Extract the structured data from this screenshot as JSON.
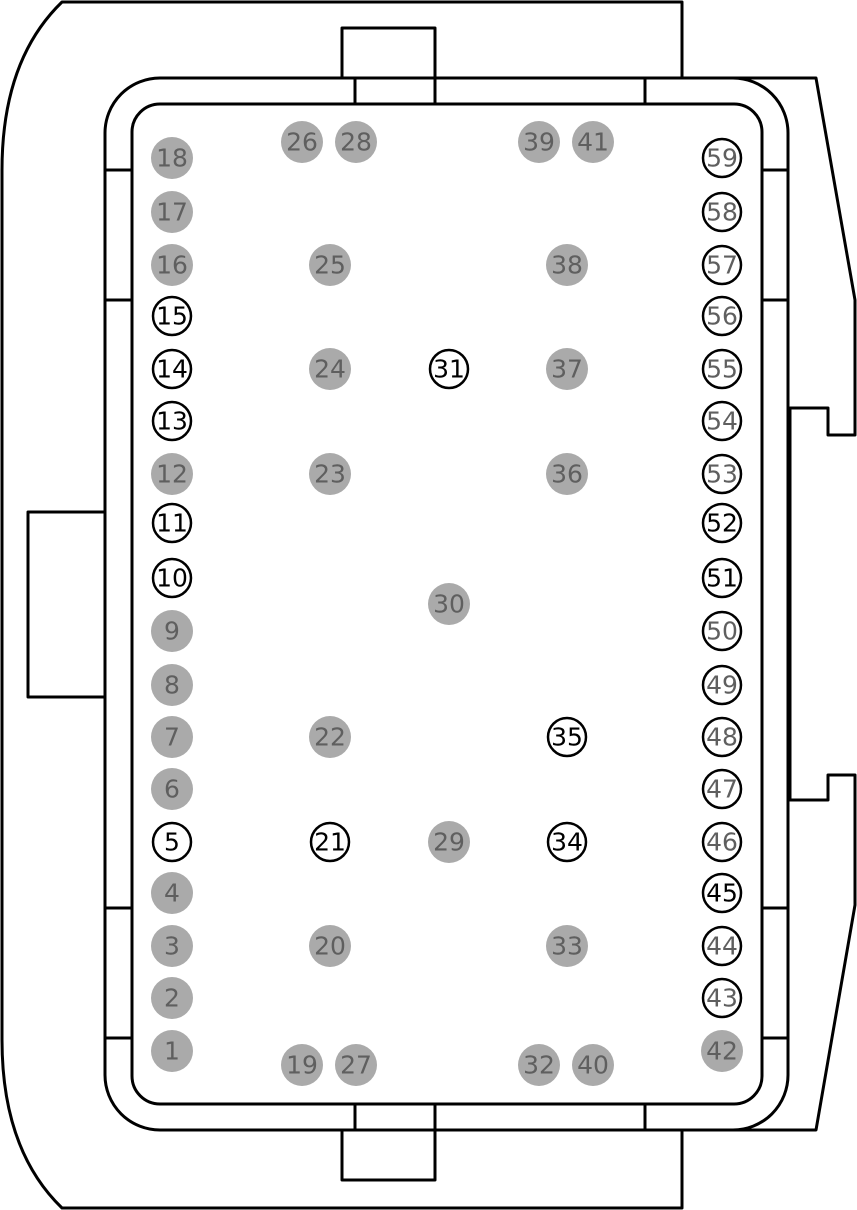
{
  "colors": {
    "outline": "#000000",
    "pin_filled": "#aaaaaa",
    "pin_filled_text": "#5f5f5f",
    "pin_ring_text_black": "#000000",
    "pin_ring_text_gray": "#5f5f5f",
    "background": "#ffffff"
  },
  "pin_styles": {
    "filled": "unused cavity (gray dot)",
    "ring": "populated cavity (black ring)"
  },
  "pins": [
    {
      "label": "1",
      "style": "filled"
    },
    {
      "label": "2",
      "style": "filled"
    },
    {
      "label": "3",
      "style": "filled"
    },
    {
      "label": "4",
      "style": "filled"
    },
    {
      "label": "5",
      "style": "ring",
      "text": "black"
    },
    {
      "label": "6",
      "style": "filled"
    },
    {
      "label": "7",
      "style": "filled"
    },
    {
      "label": "8",
      "style": "filled"
    },
    {
      "label": "9",
      "style": "filled"
    },
    {
      "label": "10",
      "style": "ring",
      "text": "black"
    },
    {
      "label": "11",
      "style": "ring",
      "text": "black"
    },
    {
      "label": "12",
      "style": "filled"
    },
    {
      "label": "13",
      "style": "ring",
      "text": "black"
    },
    {
      "label": "14",
      "style": "ring",
      "text": "black"
    },
    {
      "label": "15",
      "style": "ring",
      "text": "black"
    },
    {
      "label": "16",
      "style": "filled"
    },
    {
      "label": "17",
      "style": "filled"
    },
    {
      "label": "18",
      "style": "filled"
    },
    {
      "label": "19",
      "style": "filled"
    },
    {
      "label": "20",
      "style": "filled"
    },
    {
      "label": "21",
      "style": "ring",
      "text": "black"
    },
    {
      "label": "22",
      "style": "filled"
    },
    {
      "label": "23",
      "style": "filled"
    },
    {
      "label": "24",
      "style": "filled"
    },
    {
      "label": "25",
      "style": "filled"
    },
    {
      "label": "26",
      "style": "filled"
    },
    {
      "label": "27",
      "style": "filled"
    },
    {
      "label": "28",
      "style": "filled"
    },
    {
      "label": "29",
      "style": "filled"
    },
    {
      "label": "30",
      "style": "filled"
    },
    {
      "label": "31",
      "style": "ring",
      "text": "black"
    },
    {
      "label": "32",
      "style": "filled"
    },
    {
      "label": "33",
      "style": "filled"
    },
    {
      "label": "34",
      "style": "ring",
      "text": "black"
    },
    {
      "label": "35",
      "style": "ring",
      "text": "black"
    },
    {
      "label": "36",
      "style": "filled"
    },
    {
      "label": "37",
      "style": "filled"
    },
    {
      "label": "38",
      "style": "filled"
    },
    {
      "label": "39",
      "style": "filled"
    },
    {
      "label": "40",
      "style": "filled"
    },
    {
      "label": "41",
      "style": "filled"
    },
    {
      "label": "42",
      "style": "filled"
    },
    {
      "label": "43",
      "style": "ring",
      "text": "gray"
    },
    {
      "label": "44",
      "style": "ring",
      "text": "gray"
    },
    {
      "label": "45",
      "style": "ring",
      "text": "black"
    },
    {
      "label": "46",
      "style": "ring",
      "text": "gray"
    },
    {
      "label": "47",
      "style": "ring",
      "text": "gray"
    },
    {
      "label": "48",
      "style": "ring",
      "text": "gray"
    },
    {
      "label": "49",
      "style": "ring",
      "text": "gray"
    },
    {
      "label": "50",
      "style": "ring",
      "text": "gray"
    },
    {
      "label": "51",
      "style": "ring",
      "text": "black"
    },
    {
      "label": "52",
      "style": "ring",
      "text": "black"
    },
    {
      "label": "53",
      "style": "ring",
      "text": "gray"
    },
    {
      "label": "54",
      "style": "ring",
      "text": "gray"
    },
    {
      "label": "55",
      "style": "ring",
      "text": "gray"
    },
    {
      "label": "56",
      "style": "ring",
      "text": "gray"
    },
    {
      "label": "57",
      "style": "ring",
      "text": "gray"
    },
    {
      "label": "58",
      "style": "ring",
      "text": "gray"
    },
    {
      "label": "59",
      "style": "ring",
      "text": "gray"
    }
  ]
}
